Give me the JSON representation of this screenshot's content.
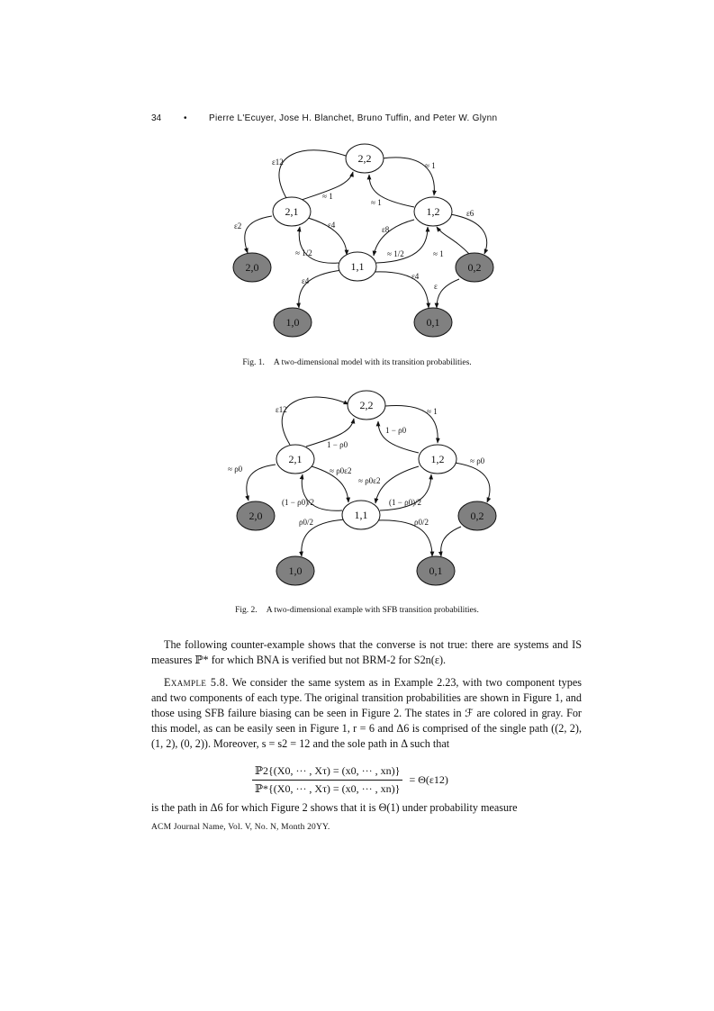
{
  "header": {
    "page_number": "34",
    "bullet": "•",
    "authors": "Pierre L'Ecuyer, Jose H. Blanchet, Bruno Tuffin, and Peter W. Glynn"
  },
  "figure1": {
    "caption_label": "Fig. 1.",
    "caption_text": "A two-dimensional model with its transition probabilities.",
    "nodes": [
      "2,2",
      "2,1",
      "1,2",
      "2,0",
      "1,1",
      "0,2",
      "1,0",
      "0,1"
    ],
    "failed_nodes": [
      "2,0",
      "0,2",
      "1,0",
      "0,1"
    ],
    "edge_labels": {
      "loop_21_22": "ε12",
      "e22_12": "≈ 1",
      "e21_22": "≈ 1",
      "e12_22": "≈ 1",
      "e21_20": "ε2",
      "e12_02": "ε6",
      "e21_11": "ε4",
      "e12_11": "ε8",
      "e11_21": "≈ 1/2",
      "e11_12": "≈ 1/2",
      "e02_12": "≈ 1",
      "e11_10": "ε4",
      "e11_01": "ε4",
      "e02_01": "ε"
    }
  },
  "figure2": {
    "caption_label": "Fig. 2.",
    "caption_text": "A two-dimensional example with SFB transition probabilities.",
    "nodes": [
      "2,2",
      "2,1",
      "1,2",
      "2,0",
      "1,1",
      "0,2",
      "1,0",
      "0,1"
    ],
    "failed_nodes": [
      "2,0",
      "0,2",
      "1,0",
      "0,1"
    ],
    "edge_labels": {
      "loop_21_22": "ε12",
      "e22_12": "≈ 1",
      "e21_22": "1 − ρ0",
      "e12_22": "1 − ρ0",
      "e21_20": "≈ ρ0",
      "e12_02": "≈ ρ0",
      "e21_11": "≈ ρ0ε2",
      "e12_11": "≈ ρ0ε2",
      "e11_21": "(1 − ρ0)/2",
      "e11_12": "(1 − ρ0)/2",
      "e11_10": "ρ0/2",
      "e11_01": "ρ0/2"
    }
  },
  "paragraph1": "The following counter-example shows that the converse is not true: there are systems and IS measures ℙ* for which BNA is verified but not BRM-2 for S2n(ε).",
  "example": {
    "label": "Example 5.8.",
    "text": "We consider the same system as in Example 2.23, with two component types and two components of each type. The original transition probabilities are shown in Figure 1, and those using SFB failure biasing can be seen in Figure 2. The states in ℱ are colored in gray. For this model, as can be easily seen in Figure 1, r = 6 and Δ6 is comprised of the single path ((2, 2), (1, 2), (0, 2)). Moreover, s = s2 = 12 and the sole path in Δ such that"
  },
  "equation": {
    "numerator": "ℙ2{(X0, ··· , Xτ) = (x0, ··· , xn)}",
    "denominator": "ℙ*{(X0, ··· , Xτ) = (x0, ··· , xn)}",
    "rhs": "= Θ(ε12)"
  },
  "paragraph2": "is the path in Δ6 for which Figure 2 shows that it is Θ(1) under probability measure",
  "footer": "ACM Journal Name, Vol. V, No. N, Month 20YY."
}
